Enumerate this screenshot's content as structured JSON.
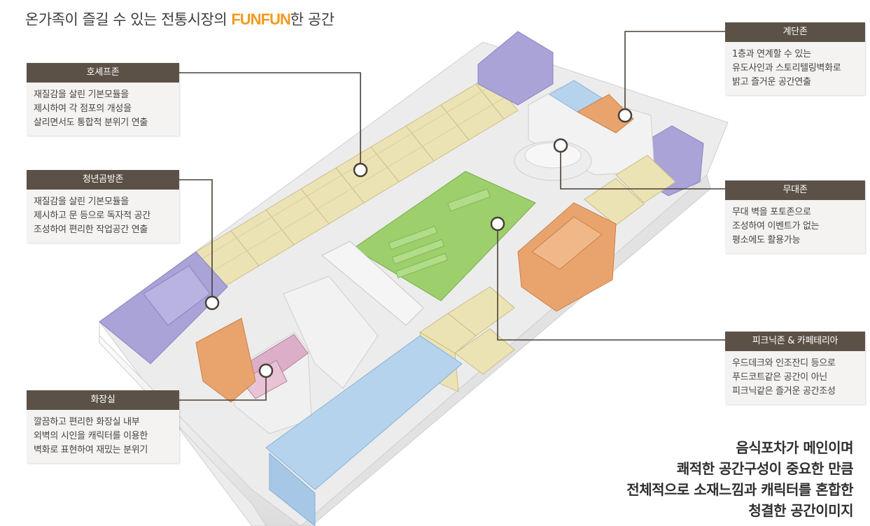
{
  "title": {
    "before": "온가족이 즐길 수 있는 전통시장의 ",
    "highlight": "FUNFUN",
    "after": "한 공간",
    "highlight_color": "#f29a1f"
  },
  "zones": [
    {
      "id": "hoshep",
      "title": "호셰프존",
      "lines": [
        "재질감을 살린 기본모듈을",
        "제시하여 각 점포의 개성을",
        "살리면서도 통합적 분위기 연출"
      ]
    },
    {
      "id": "youth",
      "title": "청년곰방존",
      "lines": [
        "재질감을 살린 기본모듈을",
        "제시하고 문 등으로 독자적 공간",
        "조성하여 편리한 작업공간 연출"
      ]
    },
    {
      "id": "toilet",
      "title": "화장실",
      "lines": [
        "깔끔하고 편리한 화장실 내부",
        "외벽의 시인을 캐릭터를 이용한",
        "벽화로 표현하여 재밌는 분위기"
      ]
    },
    {
      "id": "stairs",
      "title": "계단존",
      "lines": [
        "1층과 연계할 수 있는",
        "유도사인과 스토리텔링벽화로",
        "밝고 즐거운 공간연출"
      ]
    },
    {
      "id": "stage",
      "title": "무대존",
      "lines": [
        "무대 벽을 포토존으로",
        "조성하여 이벤트가 없는",
        "평소에도 활용가능"
      ]
    },
    {
      "id": "picnic",
      "title": "피크닉존 & 카페테리아",
      "lines": [
        "우드데크와 인조잔디 등으로",
        "푸드코트같은 공간이 아닌",
        "피크닉같은 즐거운 공간조성"
      ]
    }
  ],
  "closing": [
    "음식포차가 메인이며",
    "쾌적한 공간구성이 중요한 만큼",
    "전체적으로 소재느낌과 캐릭터를 혼합한",
    "청결한 공간이미지"
  ],
  "colors": {
    "label_header": "#5b5147",
    "label_body": "#f4f3f1",
    "yellow": "#ece3b4",
    "purple": "#a9a3d8",
    "green": "#9dcf6c",
    "orange": "#e9a46e",
    "pink": "#dcaec7",
    "blue": "#b6d3ee",
    "connector": "#4a3f35"
  }
}
